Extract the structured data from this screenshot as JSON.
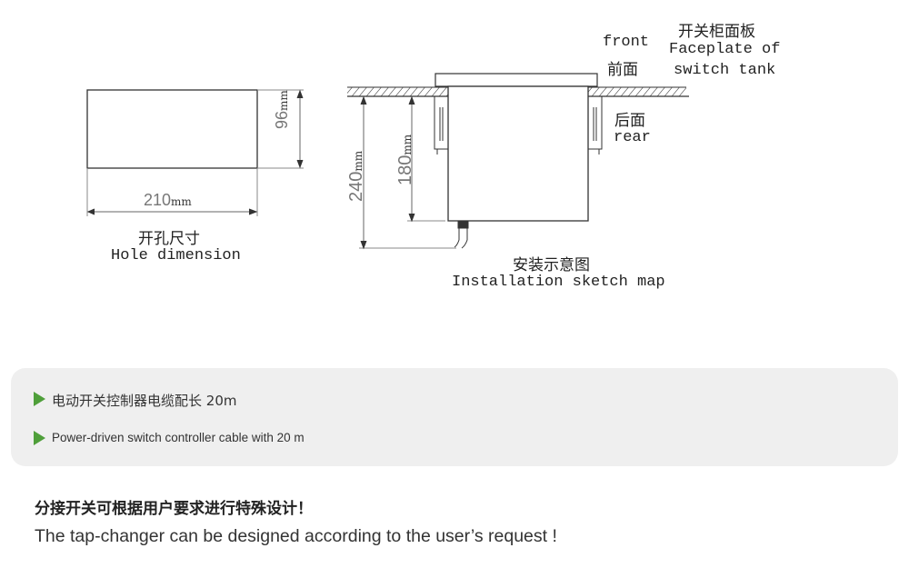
{
  "hole": {
    "width_label": "210",
    "height_label": "96",
    "unit": "mm",
    "title_cn": "开孔尺寸",
    "title_en": "Hole dimension"
  },
  "install": {
    "dim_total": "240",
    "dim_inner": "180",
    "unit": "mm",
    "front_en": "front",
    "front_cn": "前面",
    "faceplate_cn": "开关柜面板",
    "faceplate_en_1": "Faceplate of",
    "faceplate_en_2": "switch tank",
    "rear_cn": "后面",
    "rear_en": "rear",
    "title_cn": "安装示意图",
    "title_en": "Installation sketch map"
  },
  "notes": [
    {
      "text": "电动开关控制器电缆配长 20m"
    },
    {
      "text": "Power-driven switch controller cable with 20 m"
    }
  ],
  "footer": {
    "cn": "分接开关可根据用户要求进行特殊设计！",
    "en": "The tap-changer can be designed according to the user’s request !"
  },
  "colors": {
    "bullet": "#4f9f3a",
    "panel": "#efefef"
  }
}
